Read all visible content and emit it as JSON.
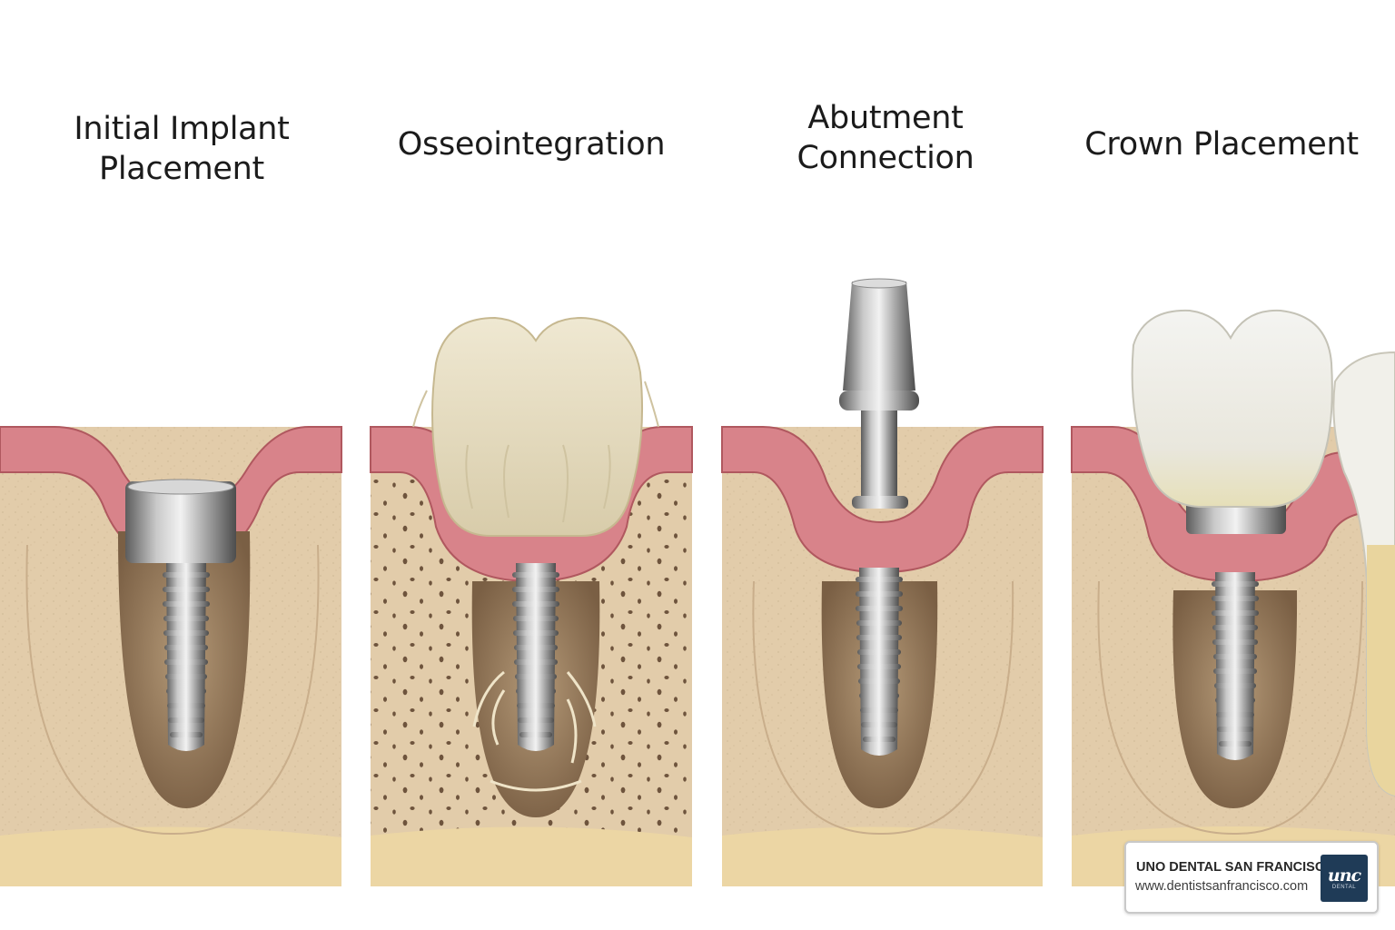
{
  "stages": [
    {
      "id": "initial",
      "title": "Initial Implant\nPlacement"
    },
    {
      "id": "osseo",
      "title": "Osseointegration"
    },
    {
      "id": "abutment",
      "title": "Abutment\nConnection"
    },
    {
      "id": "crown",
      "title": "Crown Placement"
    }
  ],
  "brand": {
    "name": "UNO DENTAL SAN FRANCISCO",
    "url": "www.dentistsanfrancisco.com",
    "logo_mark": "unc",
    "logo_sub": "DENTAL"
  },
  "colors": {
    "bone": "#e2ccaa",
    "bone_base": "#ead3a1",
    "gum": "#d8838a",
    "gum_dark": "#b0585f",
    "socket": "#8a6e50",
    "titanium": "#9a9a9a",
    "natural_tooth": "#e8dfc4",
    "crown": "#eeeee6"
  }
}
